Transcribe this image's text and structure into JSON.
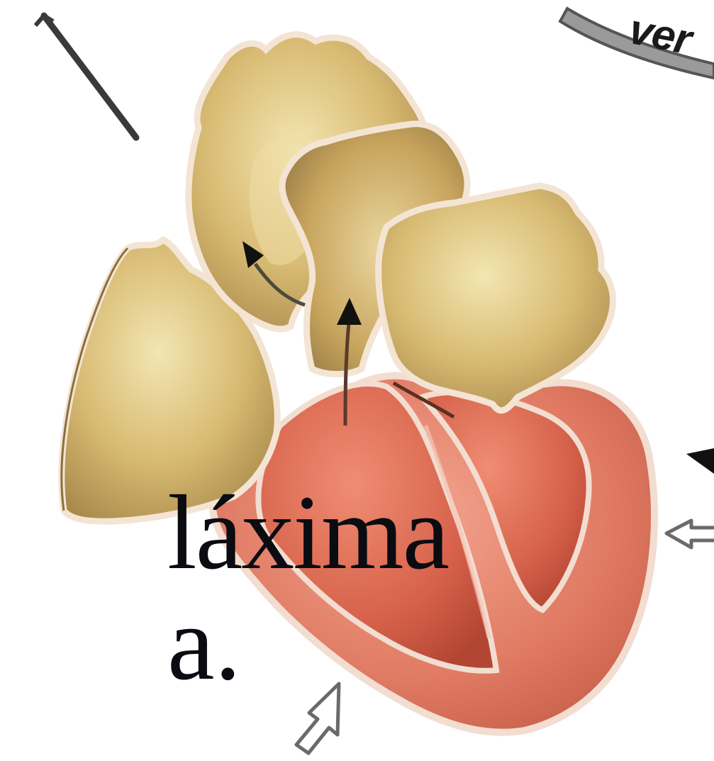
{
  "corner_label": "ver",
  "text_lines": [
    "láxima",
    "a."
  ],
  "colors": {
    "atria_fill": "#c9a95c",
    "atria_highlight": "#eedd9f",
    "atria_outline": "#8a6f3a",
    "ventricle_fill": "#e07a63",
    "ventricle_inner": "#d6614a",
    "ventricle_light": "#f0a08c",
    "lining": "#f2ddd0",
    "arrow_dark": "#222222",
    "text": "#0b0b12"
  },
  "icons": [
    "pointer-arrow-icon",
    "flow-arrow-icon",
    "outline-arrow-icon"
  ]
}
